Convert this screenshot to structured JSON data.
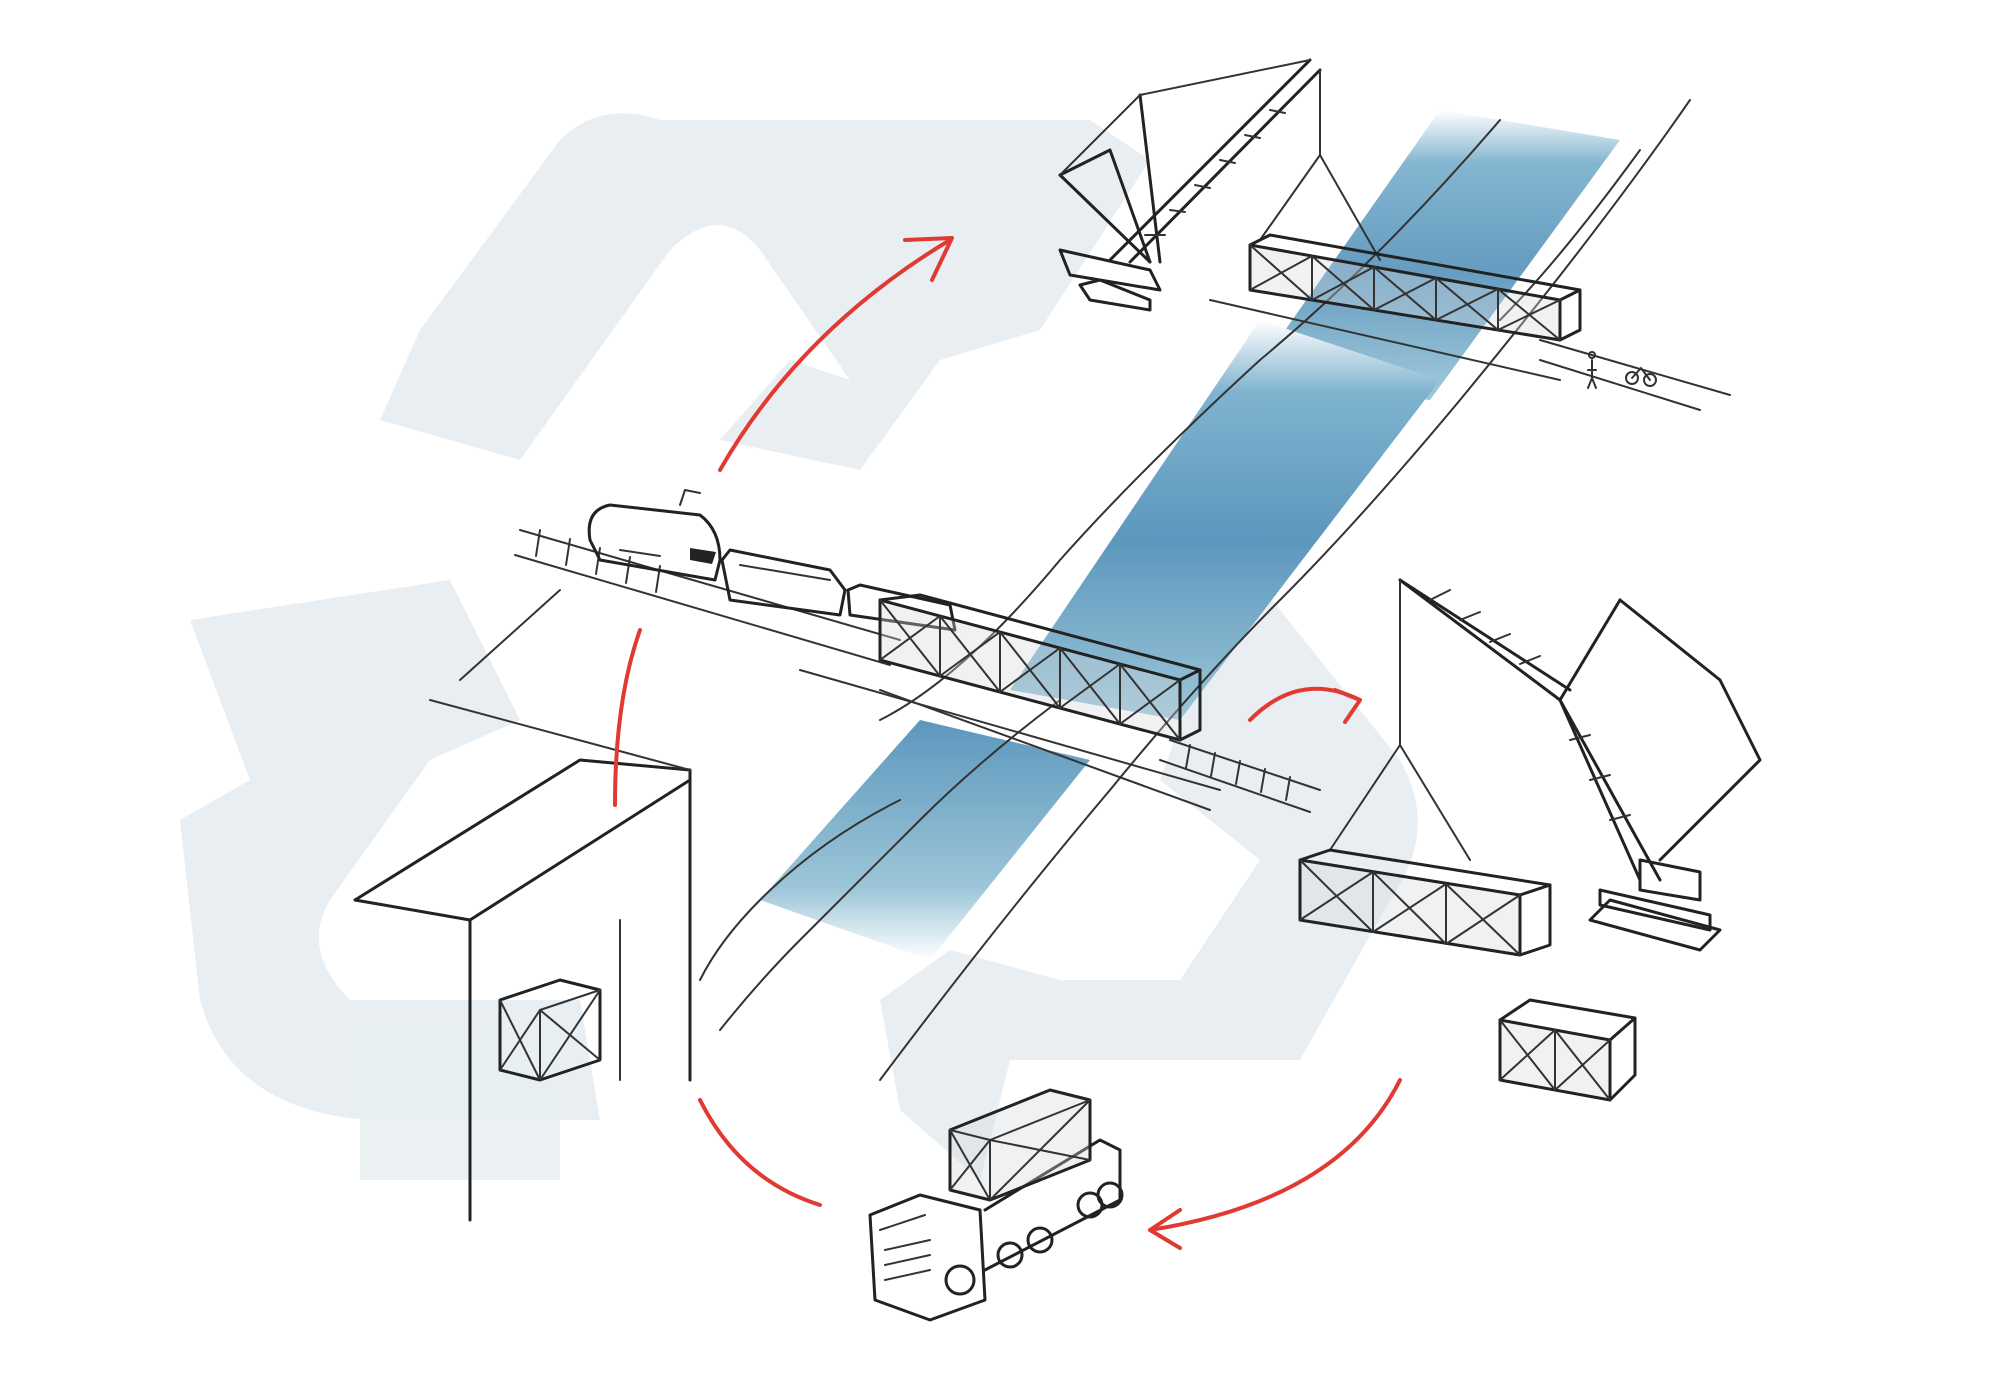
{
  "scene": {
    "background_symbol": "recycle-symbol",
    "colors": {
      "recycle_symbol": "#e8eef1",
      "river": "#5f9cc0",
      "cycle_arrows": "#e03a32",
      "ink": "#222222"
    },
    "cycle_steps": [
      "train-crossing-bridge",
      "crane-lifting-bridge-section",
      "crane-dismantling-modules",
      "truck-transporting-module",
      "warehouse-storing-module"
    ]
  }
}
